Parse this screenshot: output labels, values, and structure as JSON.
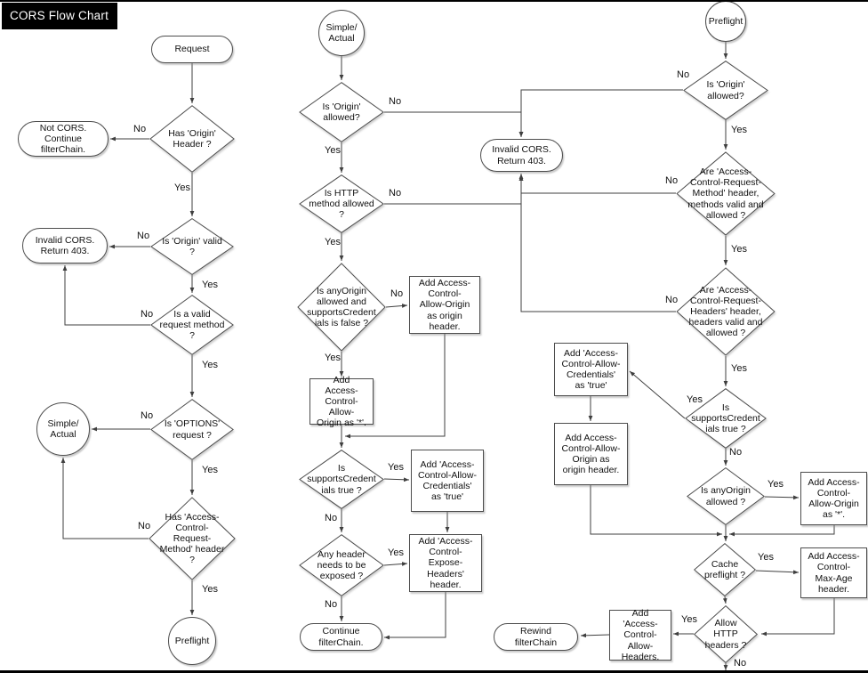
{
  "title": "CORS Flow Chart",
  "nodes": {
    "request": {
      "label": "Request"
    },
    "has_origin": {
      "label": "Has 'Origin' Header ?"
    },
    "not_cors": {
      "label": "Not CORS. Continue filterChain."
    },
    "origin_valid": {
      "label": "Is 'Origin' valid ?"
    },
    "invalid_403_left": {
      "label": "Invalid CORS. Return 403."
    },
    "valid_method": {
      "label": "Is a valid request method ?"
    },
    "options_request": {
      "label": "Is 'OPTIONS' request ?"
    },
    "simple_actual_left": {
      "label": "Simple/ Actual"
    },
    "has_acrm": {
      "label": "Has 'Access-Control-Request-Method' header ?"
    },
    "preflight_left": {
      "label": "Preflight"
    },
    "simple_actual_mid": {
      "label": "Simple/ Actual"
    },
    "origin_allowed_mid": {
      "label": "Is 'Origin' allowed?"
    },
    "invalid_403_mid": {
      "label": "Invalid CORS. Return 403."
    },
    "http_method_allowed": {
      "label": "Is HTTP method allowed ?"
    },
    "anyorigin_cred_false": {
      "label": "Is anyOrigin allowed and supportsCredent ials is false ?"
    },
    "add_origin_header_mid": {
      "label": "Add Access-Control-Allow-Origin as origin header."
    },
    "add_star_mid": {
      "label": "Add Access-Control-Allow-Origin as '*'."
    },
    "supports_cred_mid": {
      "label": "Is supportsCredent ials true ?"
    },
    "add_credentials_mid": {
      "label": "Add 'Access-Control-Allow-Credentials' as 'true'"
    },
    "any_header_exposed": {
      "label": "Any header needs to be exposed ?"
    },
    "add_expose_headers": {
      "label": "Add 'Access-Control-Expose-Headers' header."
    },
    "continue_filterchain": {
      "label": "Continue filterChain."
    },
    "preflight_right": {
      "label": "Preflight"
    },
    "origin_allowed_right": {
      "label": "Is 'Origin' allowed?"
    },
    "acrm_valid": {
      "label": "Are 'Access-Control-Request-Method' header, methods valid and allowed ?"
    },
    "acrh_valid": {
      "label": "Are 'Access-Control-Request-Headers' header, headers valid and allowed ?"
    },
    "supports_cred_right": {
      "label": "Is supportsCredent ials true ?"
    },
    "add_credentials_right": {
      "label": "Add 'Access-Control-Allow-Credentials' as 'true'"
    },
    "add_origin_header_right": {
      "label": "Add Access-Control-Allow-Origin as origin header."
    },
    "anyorigin_right": {
      "label": "Is anyOrigin allowed ?"
    },
    "add_star_right": {
      "label": "Add Access-Control-Allow-Origin as '*'."
    },
    "cache_preflight": {
      "label": "Cache preflight ?"
    },
    "add_max_age": {
      "label": "Add Access-Control-Max-Age header."
    },
    "allow_http_headers": {
      "label": "Allow HTTP headers ?"
    },
    "add_allow_headers": {
      "label": "Add 'Access-Control-Allow-Headers."
    },
    "rewind_filterchain": {
      "label": "Rewind filterChain"
    }
  },
  "edge_labels": [
    {
      "text": "No"
    },
    {
      "text": "Yes"
    },
    {
      "text": "No"
    },
    {
      "text": "Yes"
    },
    {
      "text": "No"
    },
    {
      "text": "Yes"
    },
    {
      "text": "No"
    },
    {
      "text": "Yes"
    },
    {
      "text": "No"
    },
    {
      "text": "Yes"
    },
    {
      "text": "No"
    },
    {
      "text": "Yes"
    },
    {
      "text": "No"
    },
    {
      "text": "Yes"
    },
    {
      "text": "No"
    },
    {
      "text": "Yes"
    },
    {
      "text": "Yes"
    },
    {
      "text": "No"
    },
    {
      "text": "Yes"
    },
    {
      "text": "No"
    },
    {
      "text": "No"
    },
    {
      "text": "Yes"
    },
    {
      "text": "No"
    },
    {
      "text": "Yes"
    },
    {
      "text": "No"
    },
    {
      "text": "Yes"
    },
    {
      "text": "Yes"
    },
    {
      "text": "No"
    },
    {
      "text": "Yes"
    },
    {
      "text": "Yes"
    },
    {
      "text": "Yes"
    },
    {
      "text": "No"
    }
  ]
}
